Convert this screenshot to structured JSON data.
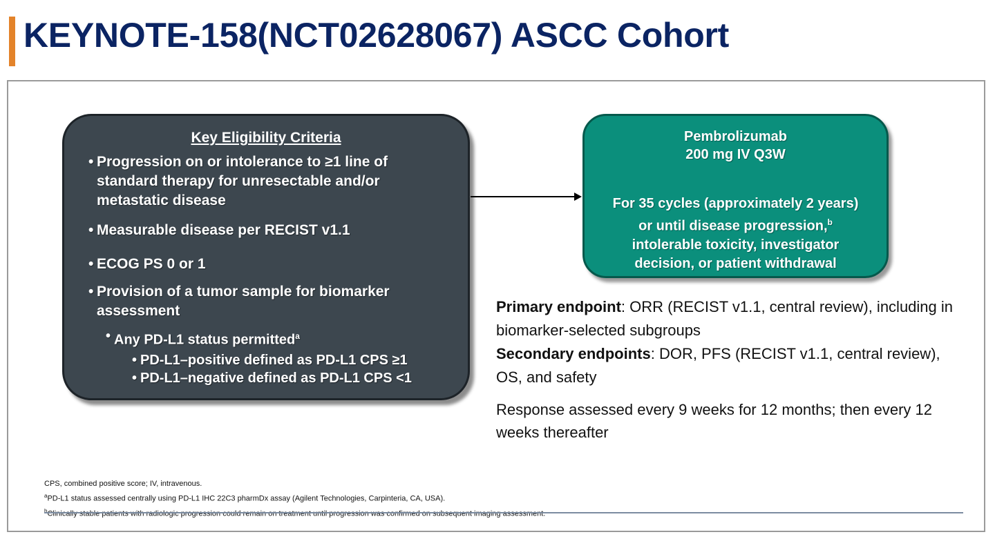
{
  "header": {
    "title": "KEYNOTE-158(NCT02628067) ASCC Cohort",
    "accent_color": "#e3832a",
    "title_color": "#0b2463"
  },
  "eligibility": {
    "heading": "Key Eligibility Criteria",
    "box_color": "#3d474f",
    "items": [
      {
        "lines": [
          "Progression on or intolerance to ≥1 line of",
          "standard therapy for unresectable and/or",
          "metastatic disease"
        ]
      },
      {
        "lines": [
          "Measurable disease per RECIST v1.1"
        ]
      },
      {
        "lines": [
          "ECOG PS 0 or 1"
        ]
      },
      {
        "lines": [
          "Provision of a tumor sample for biomarker",
          "assessment"
        ]
      }
    ],
    "sub_item": {
      "text": "Any PD-L1 status permitted",
      "sup": "a"
    },
    "sub_sub_items": [
      "PD-L1–positive defined as PD-L1 CPS ≥1",
      "PD-L1–negative defined as PD-L1 CPS <1"
    ],
    "bullet": "•"
  },
  "treatment": {
    "box_color": "#0b8f7c",
    "drug": "Pembrolizumab",
    "dose": "200 mg IV Q3W",
    "duration_lines": [
      "For 35 cycles (approximately 2 years)",
      "or until disease progression,",
      "intolerable toxicity, investigator",
      "decision, or patient withdrawal"
    ],
    "duration_sup": "b"
  },
  "endpoints": {
    "primary_label": "Primary endpoint",
    "primary_text": ": ORR (RECIST v1.1, central review), including in biomarker-selected subgroups",
    "secondary_label": "Secondary endpoints",
    "secondary_text": ": DOR, PFS (RECIST v1.1, central review), OS, and safety",
    "response_text": "Response assessed every 9 weeks for 12 months; then every 12 weeks thereafter"
  },
  "footnotes": {
    "line1": "CPS, combined positive score; IV, intravenous.",
    "line2_sup": "a",
    "line2": "PD-L1 status assessed centrally using PD-L1 IHC 22C3 pharmDx assay (Agilent Technologies, Carpinteria, CA, USA).",
    "line3_sup": "b",
    "line3": "Clinically stable patients with radiologic progression could remain on treatment until progression was confirmed on subsequent imaging assessment."
  }
}
